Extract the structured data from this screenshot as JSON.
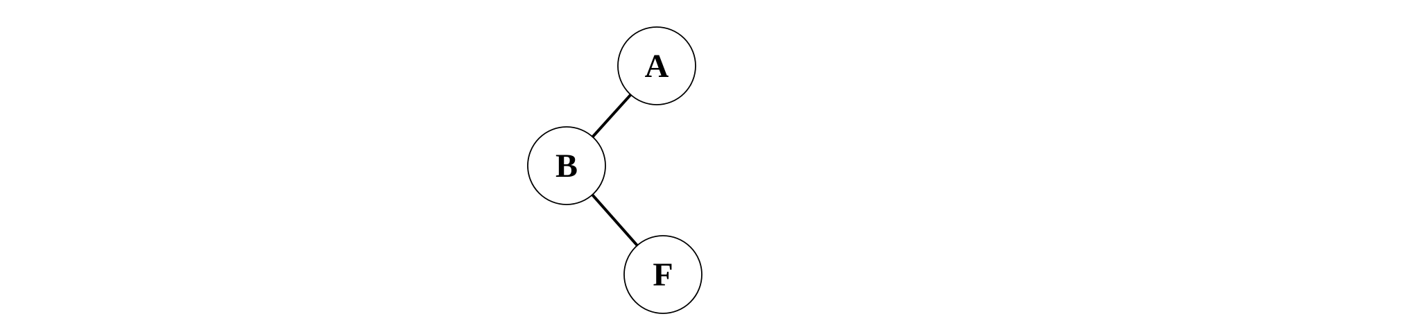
{
  "diagram": {
    "type": "graph",
    "background_color": "#ffffff",
    "node_fill_color": "#ffffff",
    "node_border_color": "#000000",
    "edge_color": "#000000",
    "label_color": "#000000",
    "nodes": [
      {
        "id": "A",
        "label": "A"
      },
      {
        "id": "B",
        "label": "B"
      },
      {
        "id": "F",
        "label": "F"
      }
    ],
    "edges": [
      {
        "from": "B",
        "to": "A"
      },
      {
        "from": "B",
        "to": "F"
      }
    ]
  }
}
